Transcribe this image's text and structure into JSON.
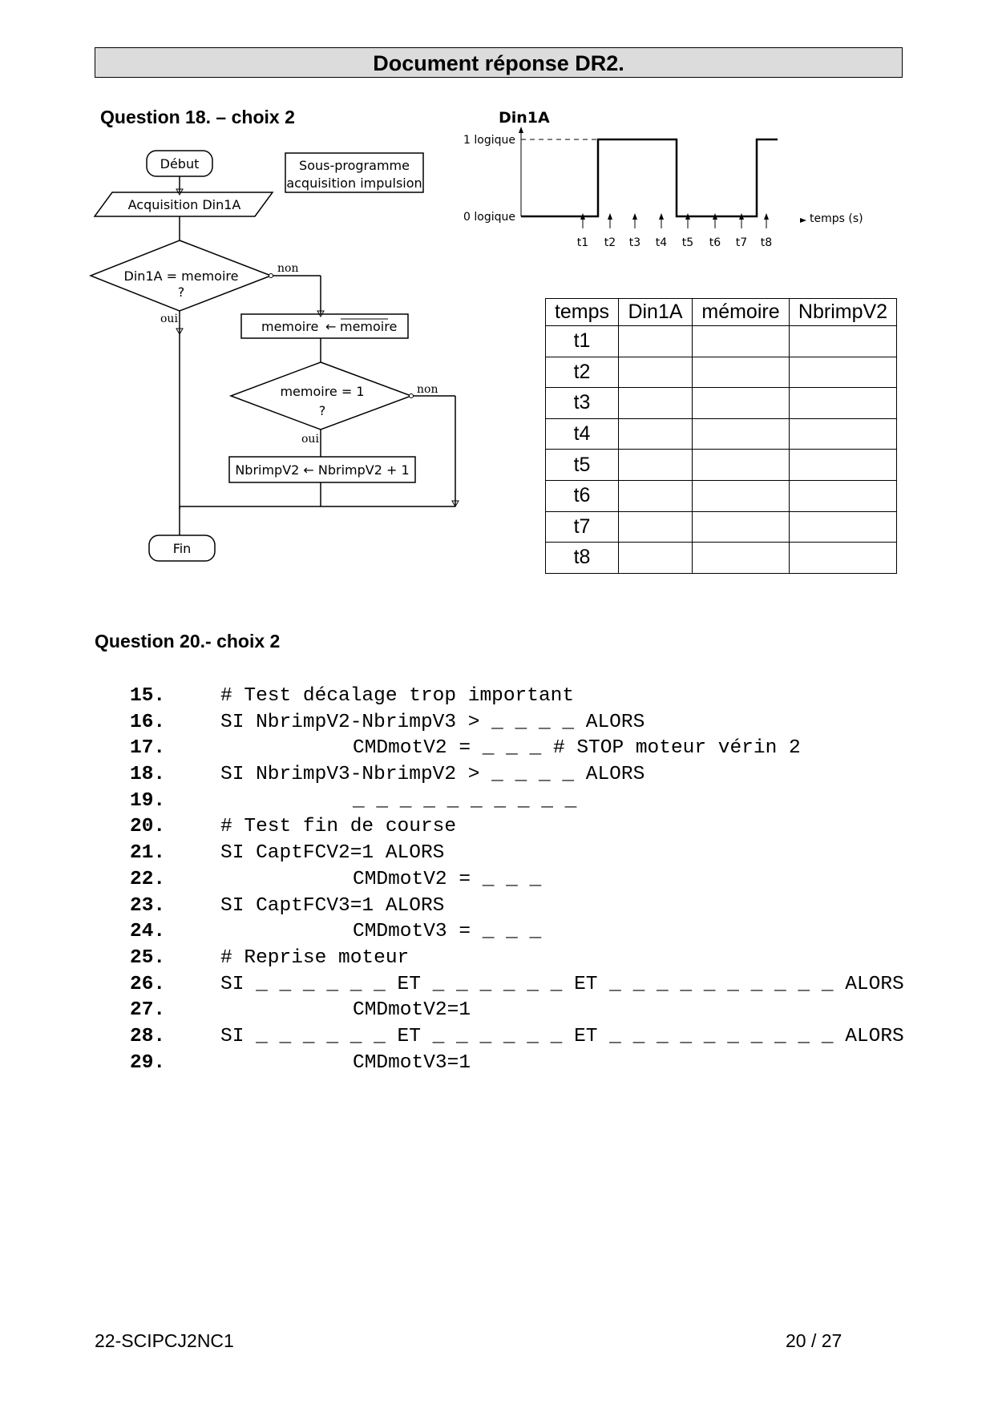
{
  "header": {
    "title": "Document réponse DR2."
  },
  "question18": {
    "heading": "Question 18.  – choix 2",
    "flowchart": {
      "start": "Début",
      "subprogram_line1": "Sous-programme",
      "subprogram_line2": "acquisition impulsion",
      "acquisition": "Acquisition Din1A",
      "decision1_line1": "Din1A = memoire",
      "decision1_line2": "?",
      "no_label_1": "non",
      "yes_label_1": "oui",
      "invert_left": "memoire",
      "invert_right": "memoire",
      "decision2_line1": "memoire = 1",
      "decision2_line2": "?",
      "no_label_2": "non",
      "yes_label_2": "oui",
      "increment": "NbrimpV2 ← NbrimpV2 + 1",
      "end": "Fin"
    },
    "timing": {
      "signal_name": "Din1A",
      "level_high": "1 logique",
      "level_low": "0 logique",
      "time_axis": "temps (s)",
      "markers": [
        "t1",
        "t2",
        "t3",
        "t4",
        "t5",
        "t6",
        "t7",
        "t8"
      ]
    },
    "table": {
      "headers": [
        "temps",
        "Din1A",
        "mémoire",
        "NbrimpV2"
      ],
      "rows": [
        "t1",
        "t2",
        "t3",
        "t4",
        "t5",
        "t6",
        "t7",
        "t8"
      ]
    }
  },
  "question20": {
    "heading": "Question 20.- choix 2",
    "lines": [
      {
        "num": "15.",
        "indent": 0,
        "text": "# Test décalage trop important"
      },
      {
        "num": "16.",
        "indent": 0,
        "text": "SI NbrimpV2-NbrimpV3 > _ _ _ _ ALORS"
      },
      {
        "num": "17.",
        "indent": 1,
        "text": "CMDmotV2 = _ _ _ # STOP moteur vérin 2"
      },
      {
        "num": "18.",
        "indent": 0,
        "text": "SI NbrimpV3-NbrimpV2 > _ _ _ _ ALORS"
      },
      {
        "num": "19.",
        "indent": 1,
        "text": "_ _ _ _ _ _ _ _ _ _"
      },
      {
        "num": "20.",
        "indent": 0,
        "text": "# Test fin de course"
      },
      {
        "num": "21.",
        "indent": 0,
        "text": "SI CaptFCV2=1 ALORS"
      },
      {
        "num": "22.",
        "indent": 1,
        "text": "CMDmotV2 = _ _ _"
      },
      {
        "num": "23.",
        "indent": 0,
        "text": "SI CaptFCV3=1 ALORS"
      },
      {
        "num": "24.",
        "indent": 1,
        "text": "CMDmotV3 = _ _ _"
      },
      {
        "num": "25.",
        "indent": 0,
        "text": "# Reprise moteur"
      },
      {
        "num": "26.",
        "indent": 0,
        "text": "SI _ _ _ _ _ _ ET _ _ _ _ _ _ ET _ _ _ _ _ _ _ _ _ _ ALORS"
      },
      {
        "num": "27.",
        "indent": 1,
        "text": "CMDmotV2=1"
      },
      {
        "num": "28.",
        "indent": 0,
        "text": "SI _ _ _ _ _ _ ET _ _ _ _ _ _ ET _ _ _ _ _ _ _ _ _ _ ALORS"
      },
      {
        "num": "29.",
        "indent": 1,
        "text": "CMDmotV3=1"
      }
    ]
  },
  "footer": {
    "code": "22-SCIPCJ2NC1",
    "page": "20 / 27"
  }
}
